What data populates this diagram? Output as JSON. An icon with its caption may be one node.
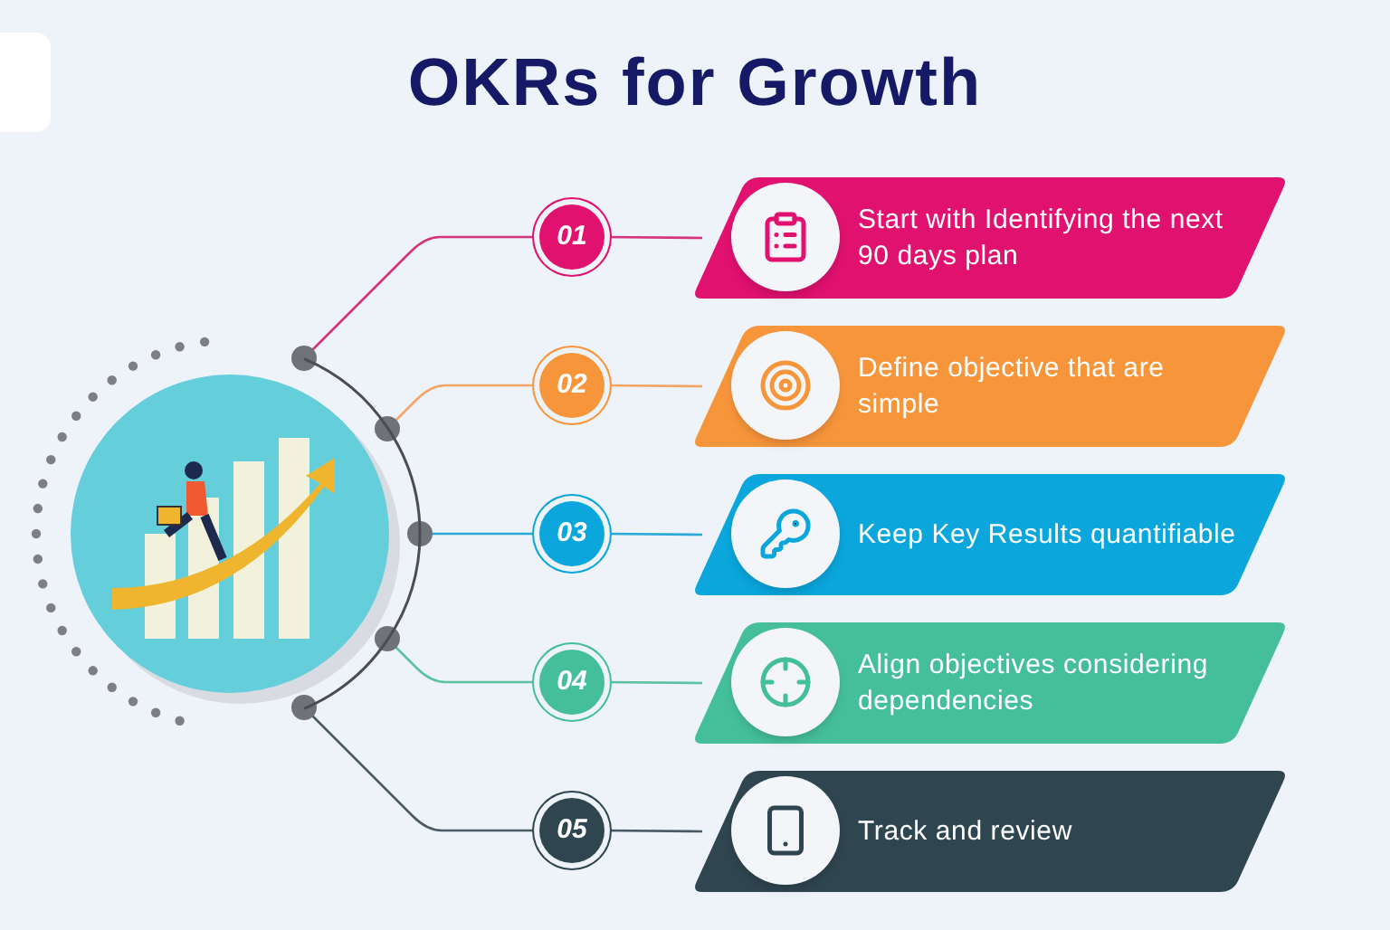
{
  "diagram": {
    "title": "OKRs for Growth",
    "nodes": [
      {
        "text": [],
        "shape": "picture"
      },
      {
        "text": [
          "01"
        ]
      },
      {
        "text": [
          "Start with Identifying the next 90 days plan"
        ]
      },
      {
        "text": [
          "02"
        ]
      },
      {
        "text": [
          "Define objective that are simple"
        ]
      },
      {
        "text": [
          "03"
        ]
      },
      {
        "text": [
          "Keep Key Results quantifiable"
        ]
      },
      {
        "text": [
          "04"
        ]
      },
      {
        "text": [
          "Align objectives considering dependencies"
        ]
      },
      {
        "text": [
          "05"
        ]
      },
      {
        "text": [
          "Track and review"
        ]
      }
    ],
    "edges": [
      {
        "from": 0,
        "to": 1,
        "arrow": "none",
        "color": "#d6337f"
      },
      {
        "from": 0,
        "to": 3,
        "arrow": "none",
        "color": "#f3a566"
      },
      {
        "from": 0,
        "to": 5,
        "arrow": "none",
        "color": "#2aa9d6"
      },
      {
        "from": 0,
        "to": 7,
        "arrow": "none",
        "color": "#5cc2a0"
      },
      {
        "from": 0,
        "to": 9,
        "arrow": "none",
        "color": "#4a5a64"
      },
      {
        "from": 1,
        "to": 2,
        "arrow": "none",
        "color": "#d6337f"
      },
      {
        "from": 3,
        "to": 4,
        "arrow": "none",
        "color": "#f3a566"
      },
      {
        "from": 5,
        "to": 6,
        "arrow": "none",
        "color": "#2aa9d6"
      },
      {
        "from": 7,
        "to": 8,
        "arrow": "none",
        "color": "#5cc2a0"
      },
      {
        "from": 9,
        "to": 10,
        "arrow": "none",
        "color": "#4a5a64"
      }
    ]
  }
}
